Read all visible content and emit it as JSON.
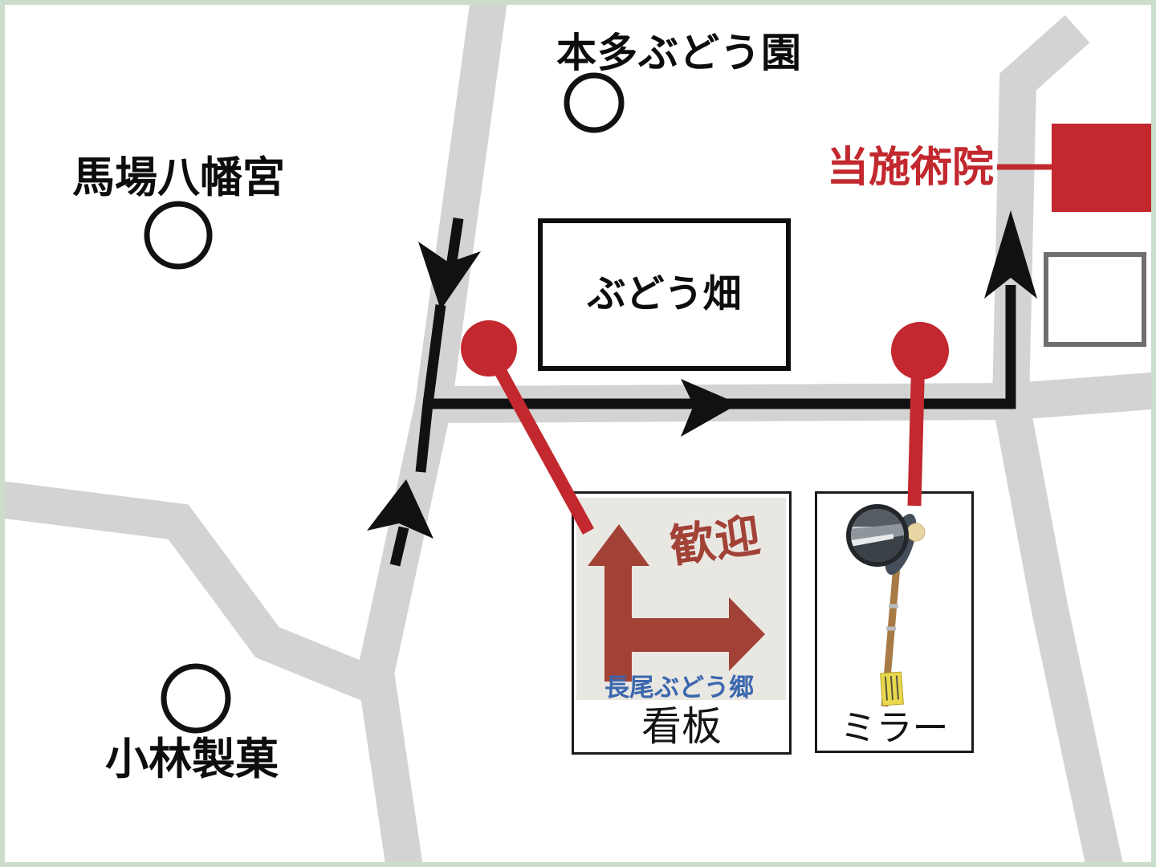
{
  "landmarks": {
    "honda": {
      "label": "本多ぶどう園"
    },
    "baba": {
      "label": "馬場八幡宮"
    },
    "kobayashi": {
      "label": "小林製菓"
    }
  },
  "destination": {
    "label": "当施術院"
  },
  "field": {
    "label": "ぶどう畑"
  },
  "sign_inset": {
    "caption": "看板",
    "welcome": "歓迎",
    "bottom_text": "長尾ぶどう郷"
  },
  "mirror_inset": {
    "caption": "ミラー"
  },
  "colors": {
    "red": "#c2282e",
    "road": "#d3d3d3",
    "route": "#111111",
    "frame": "#cbdecb",
    "box_border": "#6e6e6e",
    "sign_red": "#a24237",
    "sign_blue": "#3b67ae",
    "sign_bg": "#e9e7e2"
  }
}
